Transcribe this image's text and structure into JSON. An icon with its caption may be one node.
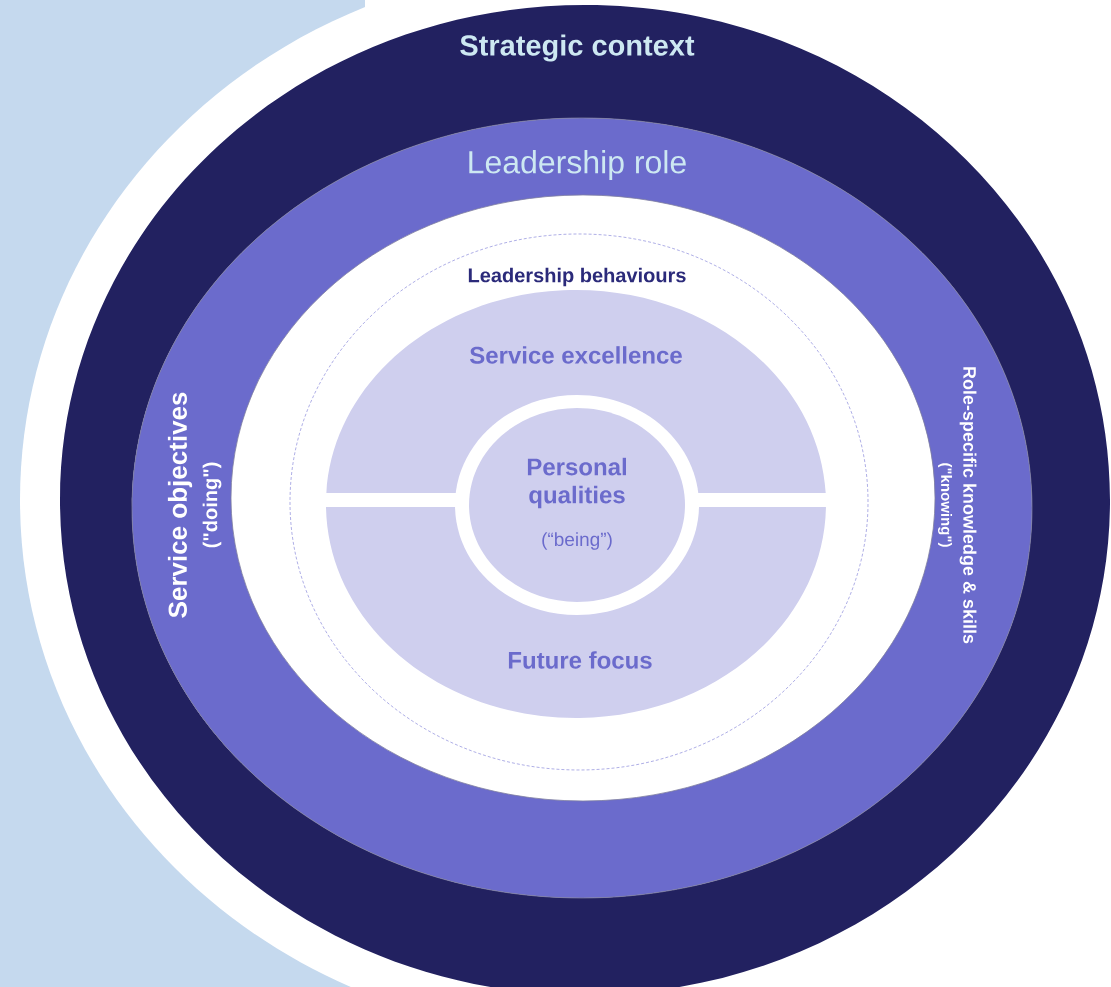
{
  "diagram": {
    "nodes": [
      {
        "text": [
          "Strategic context"
        ]
      },
      {
        "text": [
          "Leadership role",
          "Service objectives",
          "(\"doing\")",
          "Role-specific knowledge & skills",
          "(\"knowing\")"
        ],
        "in": 0
      },
      {
        "text": [
          "Leadership behaviours"
        ],
        "in": 1
      },
      {
        "text": [
          "Service excellence"
        ],
        "in": 2
      },
      {
        "text": [
          "Future focus"
        ],
        "in": 2
      },
      {
        "text": [
          "Personal qualities",
          "(“being”)"
        ],
        "in": 2
      }
    ]
  }
}
